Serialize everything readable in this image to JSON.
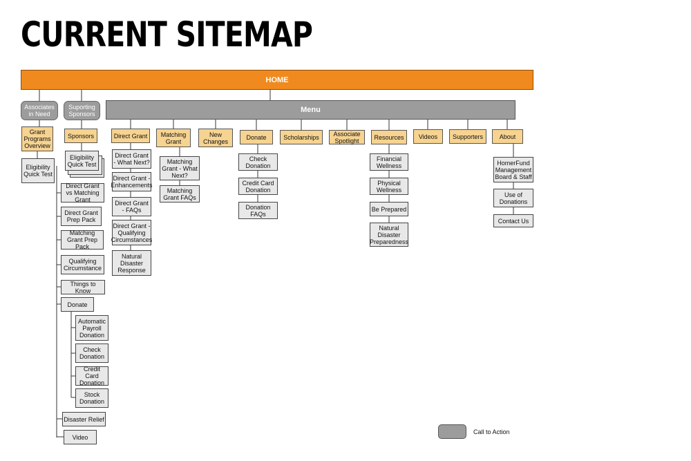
{
  "title": "CURRENT SITEMAP",
  "home": "HOME",
  "menu": "Menu",
  "cta_items": {
    "associates": "Associates in Need",
    "supporting": "Suporting Sponsors"
  },
  "nav": {
    "grant_programs": "Grant Programs Overview",
    "sponsors": "Sponsors",
    "direct_grant": "Direct Grant",
    "matching_grant": "Matching Grant",
    "new_changes": "New Changes",
    "donate": "Donate",
    "scholarships": "Scholarships",
    "associate_spotlight": "Associate Spotlight",
    "resources": "Resources",
    "videos": "Videos",
    "supporters": "Supporters",
    "about": "About"
  },
  "pages": {
    "eligibility_quick_test_a": "Eligibility Quick Test",
    "eligibility_quick_test_b": "Eligibility Quick Test",
    "dg_vs_mg": "Direct Grant vs Matching Grant",
    "dg_prep_pack": "Direct Grant Prep Pack",
    "mg_prep_pack": "Matching Grant Prep Pack",
    "qualifying_circumstance": "Qualifying Circumstance",
    "things_to_know": "Things to Know",
    "sponsor_donate": "Donate",
    "automatic_payroll": "Automatic Payroll Donation",
    "sponsor_check": "Check Donation",
    "sponsor_credit": "Credit Card Donation",
    "stock_donation": "Stock Donation",
    "disaster_relief": "Disaster Relief",
    "video": "Video",
    "dg_what_next": "Direct Grant - What Next?",
    "dg_enhancements": "Direct Grant - Enhancements",
    "dg_faqs": "Direct Grant - FAQs",
    "dg_qualifying": "Direct Grant - Qualifying Circumstances",
    "natural_disaster_response": "Natural Disaster Response",
    "mg_what_next": "Matching Grant - What Next?",
    "mg_faqs": "Matching Grant FAQs",
    "check_donation": "Check Donation",
    "credit_card_donation": "Credit Card Donation",
    "donation_faqs": "Donation FAQs",
    "financial_wellness": "Financial Wellness",
    "physical_wellness": "Physical Wellness",
    "be_prepared": "Be Prepared",
    "natural_disaster_preparedness": "Natural Disaster Preparedness",
    "management_board": "HomerFund Management Board & Staff",
    "use_of_donations": "Use of Donations",
    "contact_us": "Contact Us"
  },
  "legend": {
    "label": "Call to Action",
    "color": "#9c9c9c"
  },
  "colors": {
    "home": "#f08a1e",
    "menu": "#9c9c9c",
    "section": "#f6d390",
    "page": "#e8e8e8"
  }
}
